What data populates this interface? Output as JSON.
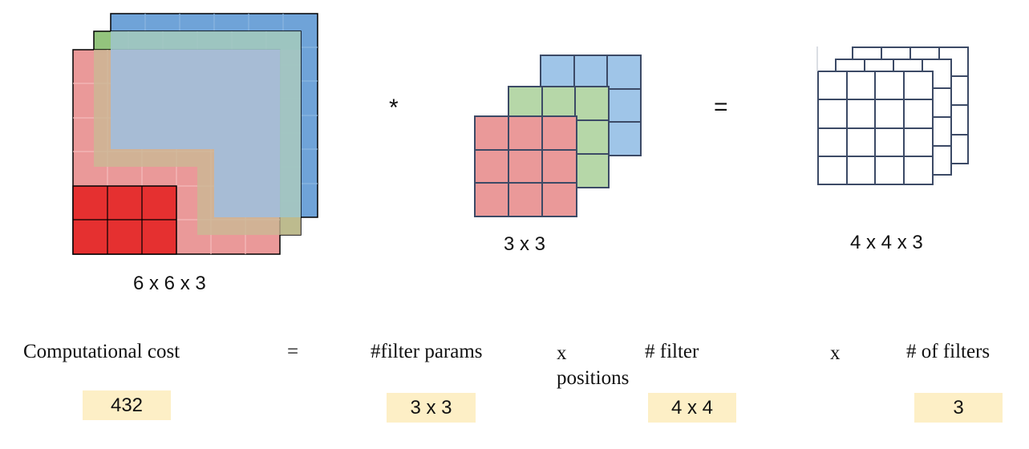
{
  "labels": {
    "input_dims": "6 x 6 x 3",
    "filter_dims": "3 x 3",
    "output_dims": "4 x 4 x 3",
    "conv_operator": "*",
    "equals_operator": "="
  },
  "formula": {
    "lhs": "Computational cost",
    "equals": "=",
    "term1": "#filter params",
    "times1": "x",
    "term2_line1": "# filter",
    "term2_line2": "positions",
    "times2": "x",
    "term3": "# of filters"
  },
  "values": {
    "cost": "432",
    "filter_params": "3 x 3",
    "filter_positions": "4 x 4",
    "num_filters": "3"
  },
  "colors": {
    "red_cell": "#ea9999",
    "red_highlight": "#e53030",
    "green_cell": "#a9d18e",
    "blue_cell": "#9fc5e8",
    "grid_line": "#3c4a66",
    "value_box": "#fdefc6"
  }
}
